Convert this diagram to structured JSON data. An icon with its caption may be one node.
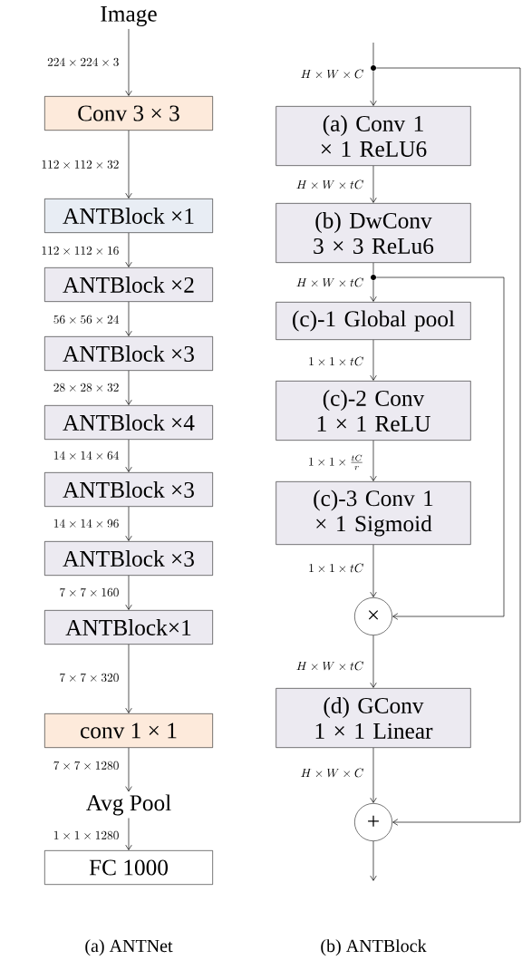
{
  "diagram": {
    "nodes": [
      {
        "text": [
          "Image"
        ]
      },
      {
        "text": [
          "Conv 3 × 3"
        ]
      },
      {
        "text": [
          "ANTBlock ×1"
        ]
      },
      {
        "text": [
          "ANTBlock ×2"
        ]
      },
      {
        "text": [
          "ANTBlock ×3"
        ]
      },
      {
        "text": [
          "ANTBlock ×4"
        ]
      },
      {
        "text": [
          "ANTBlock ×3"
        ]
      },
      {
        "text": [
          "ANTBlock ×3"
        ]
      },
      {
        "text": [
          "ANTBlock×1"
        ]
      },
      {
        "text": [
          "conv 1 × 1"
        ]
      },
      {
        "text": [
          "Avg Pool"
        ]
      },
      {
        "text": [
          "FC 1000"
        ]
      },
      {
        "text": [],
        "shape": "circle"
      },
      {
        "text": [
          "(a) Conv 1 × 1 ReLU6"
        ]
      },
      {
        "text": [
          "(b) DwConv 3 × 3 ReLu6"
        ]
      },
      {
        "text": [],
        "shape": "circle"
      },
      {
        "text": [
          "(c)-1 Global pool"
        ]
      },
      {
        "text": [
          "(c)-2 Conv 1 × 1 ReLU"
        ]
      },
      {
        "text": [
          "(c)-3 Conv 1 × 1 Sigmoid"
        ]
      },
      {
        "text": [
          "×"
        ]
      },
      {
        "text": [
          "(d) GConv 1 × 1 Linear"
        ]
      },
      {
        "text": [
          "+"
        ]
      }
    ],
    "edges": [
      {
        "from": 0,
        "to": 1,
        "arrow": "to",
        "label": "224 \\times 224 \\times 3"
      },
      {
        "from": 1,
        "to": 2,
        "arrow": "to",
        "label": "112 \\times 112 \\times 32"
      },
      {
        "from": 2,
        "to": 3,
        "arrow": "to",
        "label": "112 \\times 112 \\times 16"
      },
      {
        "from": 3,
        "to": 4,
        "arrow": "to",
        "label": "56 \\times 56 \\times 24"
      },
      {
        "from": 4,
        "to": 5,
        "arrow": "to",
        "label": "28 \\times 28 \\times 32"
      },
      {
        "from": 5,
        "to": 6,
        "arrow": "to",
        "label": "14 \\times 14 \\times 64"
      },
      {
        "from": 6,
        "to": 7,
        "arrow": "to",
        "label": "14 \\times 14 \\times 96"
      },
      {
        "from": 7,
        "to": 8,
        "arrow": "to",
        "label": "7 \\times 7 \\times 160"
      },
      {
        "from": 8,
        "to": 9,
        "arrow": "to",
        "label": "7 \\times 7 \\times 320"
      },
      {
        "from": 9,
        "to": 10,
        "arrow": "to",
        "label": "7 \\times 7 \\times 1280"
      },
      {
        "from": 10,
        "to": 11,
        "arrow": "to",
        "label": "1 \\times 1 \\times 1280"
      },
      {
        "from": null,
        "to": 12,
        "arrow": "none"
      },
      {
        "from": 12,
        "to": 13,
        "arrow": "to",
        "label": "H \\times W \\times C"
      },
      {
        "from": 12,
        "to": 21,
        "arrow": "to"
      },
      {
        "from": 13,
        "to": 14,
        "arrow": "to",
        "label": "H \\times W \\times tC"
      },
      {
        "from": 14,
        "to": 15,
        "arrow": "none",
        "label": "H \\times W \\times tC"
      },
      {
        "from": 15,
        "to": 16,
        "arrow": "to"
      },
      {
        "from": 15,
        "to": 19,
        "arrow": "to"
      },
      {
        "from": 16,
        "to": 17,
        "arrow": "to",
        "label": "1 \\times 1 \\times tC"
      },
      {
        "from": 17,
        "to": 18,
        "arrow": "to",
        "label": "1 \\times 1 \\times \\frac{tC}{r}"
      },
      {
        "from": 18,
        "to": 19,
        "arrow": "to",
        "label": "1 \\times 1 \\times tC"
      },
      {
        "from": 19,
        "to": 20,
        "arrow": "to",
        "label": "H \\times W \\times tC"
      },
      {
        "from": 20,
        "to": 21,
        "arrow": "to",
        "label": "H \\times W \\times C"
      },
      {
        "from": 21,
        "to": null,
        "arrow": "to"
      }
    ],
    "labels": [
      "(a) ANTNet",
      "(b) ANTBlock"
    ]
  }
}
